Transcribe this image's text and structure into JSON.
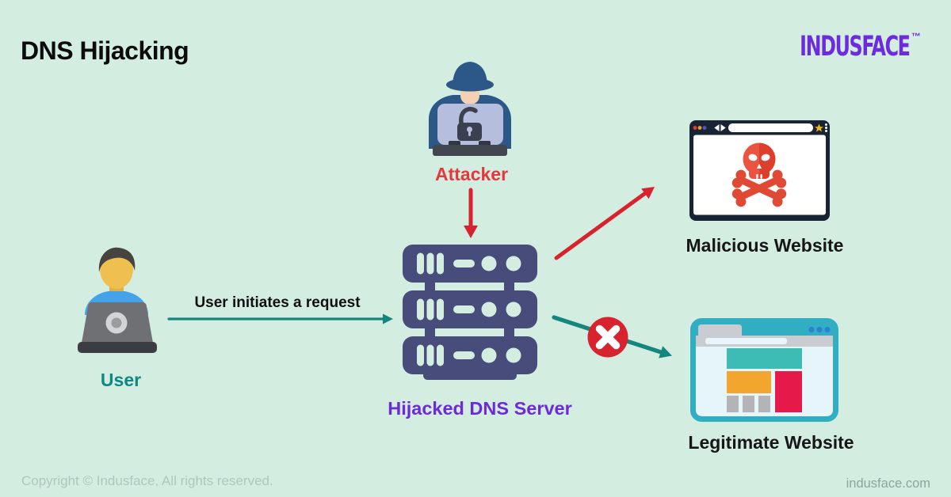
{
  "title": "DNS Hijacking",
  "brand": {
    "name": "INDUSFACE",
    "trademark": "™"
  },
  "nodes": {
    "attacker": {
      "label": "Attacker"
    },
    "user": {
      "label": "User"
    },
    "server": {
      "label": "Hijacked DNS Server"
    },
    "malicious": {
      "label": "Malicious Website"
    },
    "legitimate": {
      "label": "Legitimate Website"
    }
  },
  "flows": {
    "request": {
      "label": "User initiates a request",
      "color": "#15867d"
    },
    "attack": {
      "color": "#d8232e"
    },
    "redirect": {
      "color": "#d8232e"
    },
    "blocked": {
      "color": "#15867d",
      "marker": "x-circle",
      "marker_color": "#d8232e"
    }
  },
  "icons": {
    "attacker": "hacker-at-laptop-with-open-padlock",
    "user": "person-at-laptop",
    "server": "server-rack-3-tier",
    "malicious": "browser-window-skull-crossbones",
    "legitimate": "browser-window-page-layout",
    "blocked": "x-circle"
  },
  "colors": {
    "background": "#d3eee1",
    "title_text": "#0c0c0c",
    "brand_purple": "#6d2be0",
    "attacker_red": "#e5383e",
    "arrow_red": "#d8232e",
    "arrow_teal": "#15867d",
    "user_teal": "#0f8782",
    "server_navy": "#484c7a",
    "server_label_purple": "#6d2ad8",
    "site_label_dark": "#161616",
    "browser_frame_navy": "#182434",
    "skull_red": "#e04a35",
    "legit_frame_teal": "#31aec2",
    "blocked_red": "#d8232e"
  },
  "footer": {
    "copyright": "Copyright © Indusface, All rights reserved.",
    "site": "indusface.com"
  }
}
